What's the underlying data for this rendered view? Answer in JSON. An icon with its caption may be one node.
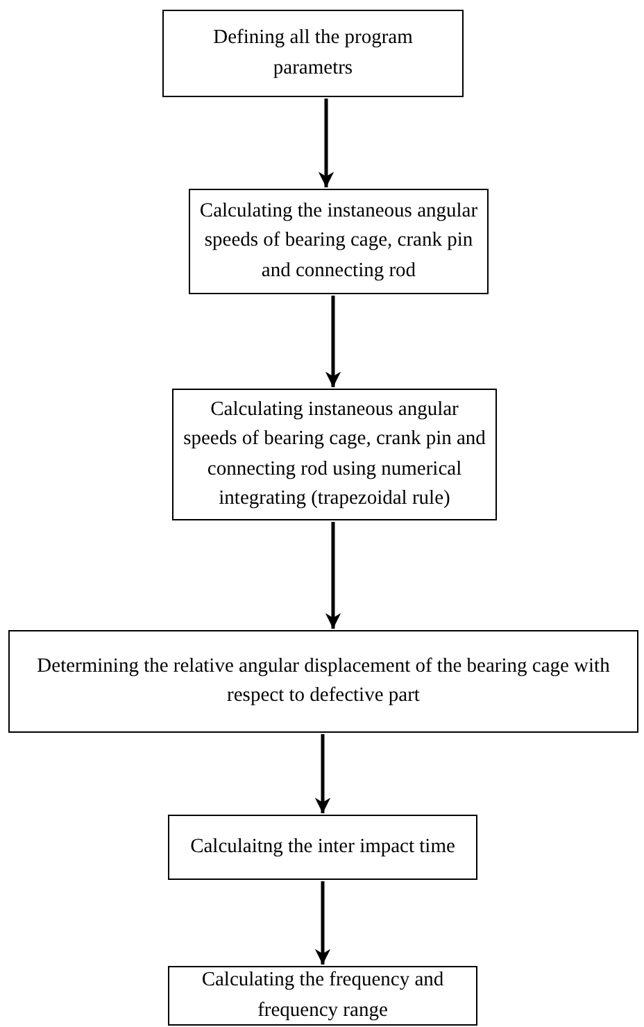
{
  "diagram": {
    "nodes": [
      {
        "text": [
          "Defining all the program parametrs"
        ]
      },
      {
        "text": [
          "Calculating the instaneous angular speeds of bearing cage, crank pin and connecting rod"
        ]
      },
      {
        "text": [
          "Calculating instaneous angular speeds of bearing cage, crank pin and connecting rod using numerical integrating (trapezoidal rule)"
        ]
      },
      {
        "text": [
          "Determining the relative angular displacement of the bearing cage with respect to defective part"
        ]
      },
      {
        "text": [
          "Calculaitng the inter impact time"
        ]
      },
      {
        "text": [
          "Calculating the frequency and frequency range"
        ]
      }
    ],
    "edges": [
      {
        "from": 0,
        "to": 1,
        "arrow": "to"
      },
      {
        "from": 1,
        "to": 2,
        "arrow": "to"
      },
      {
        "from": 2,
        "to": 3,
        "arrow": "to"
      },
      {
        "from": 3,
        "to": 4,
        "arrow": "to"
      },
      {
        "from": 4,
        "to": 5,
        "arrow": "to"
      }
    ]
  }
}
